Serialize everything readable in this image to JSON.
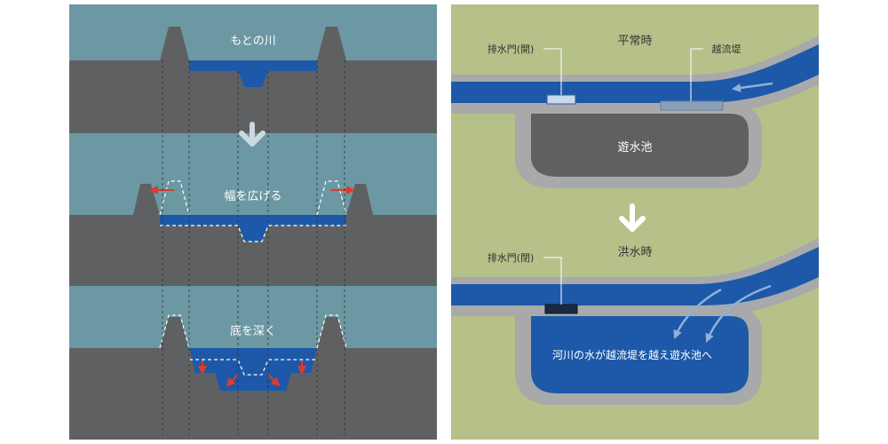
{
  "left_panel": {
    "step1_label": "もとの川",
    "step2_label": "幅を広げる",
    "step3_label": "底を深く"
  },
  "right_panel": {
    "normal_title": "平常時",
    "flood_title": "洪水時",
    "gate_open_label": "排水門(開)",
    "gate_closed_label": "排水門(閉)",
    "overflow_levee_label": "越流堤",
    "basin_label": "遊水池",
    "flood_caption": "河川の水が越流堤を越え遊水池へ"
  },
  "colors": {
    "sky": "#6c98a3",
    "ground": "#5f6062",
    "water": "#1d59a8",
    "grass": "#b5c189",
    "levee": "#a7a9ab",
    "arrow_red": "#e23a2a"
  }
}
